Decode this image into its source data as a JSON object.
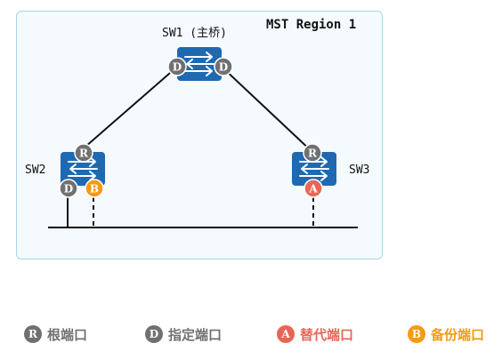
{
  "region": {
    "title": "MST Region 1"
  },
  "switches": {
    "sw1": {
      "label": "SW1 (主桥)"
    },
    "sw2": {
      "label": "SW2"
    },
    "sw3": {
      "label": "SW3"
    }
  },
  "ports": {
    "sw1_left": "D",
    "sw1_right": "D",
    "sw2_top": "R",
    "sw2_bottom_left": "D",
    "sw2_bottom_right": "B",
    "sw3_top": "R",
    "sw3_bottom": "A"
  },
  "legend": [
    {
      "letter": "R",
      "label": "根端口",
      "color": "#707070",
      "text_color": "#707070"
    },
    {
      "letter": "D",
      "label": "指定端口",
      "color": "#707070",
      "text_color": "#707070"
    },
    {
      "letter": "A",
      "label": "替代端口",
      "color": "#e96656",
      "text_color": "#e96656"
    },
    {
      "letter": "B",
      "label": "备份端口",
      "color": "#f59a12",
      "text_color": "#f59a12"
    }
  ],
  "colors": {
    "switch": "#1f69b1",
    "root_designated_port": "#707070",
    "alternate_port": "#e96656",
    "backup_port": "#f59a12",
    "region_fill": "#f4fafd",
    "region_border": "#a9d6ea"
  }
}
